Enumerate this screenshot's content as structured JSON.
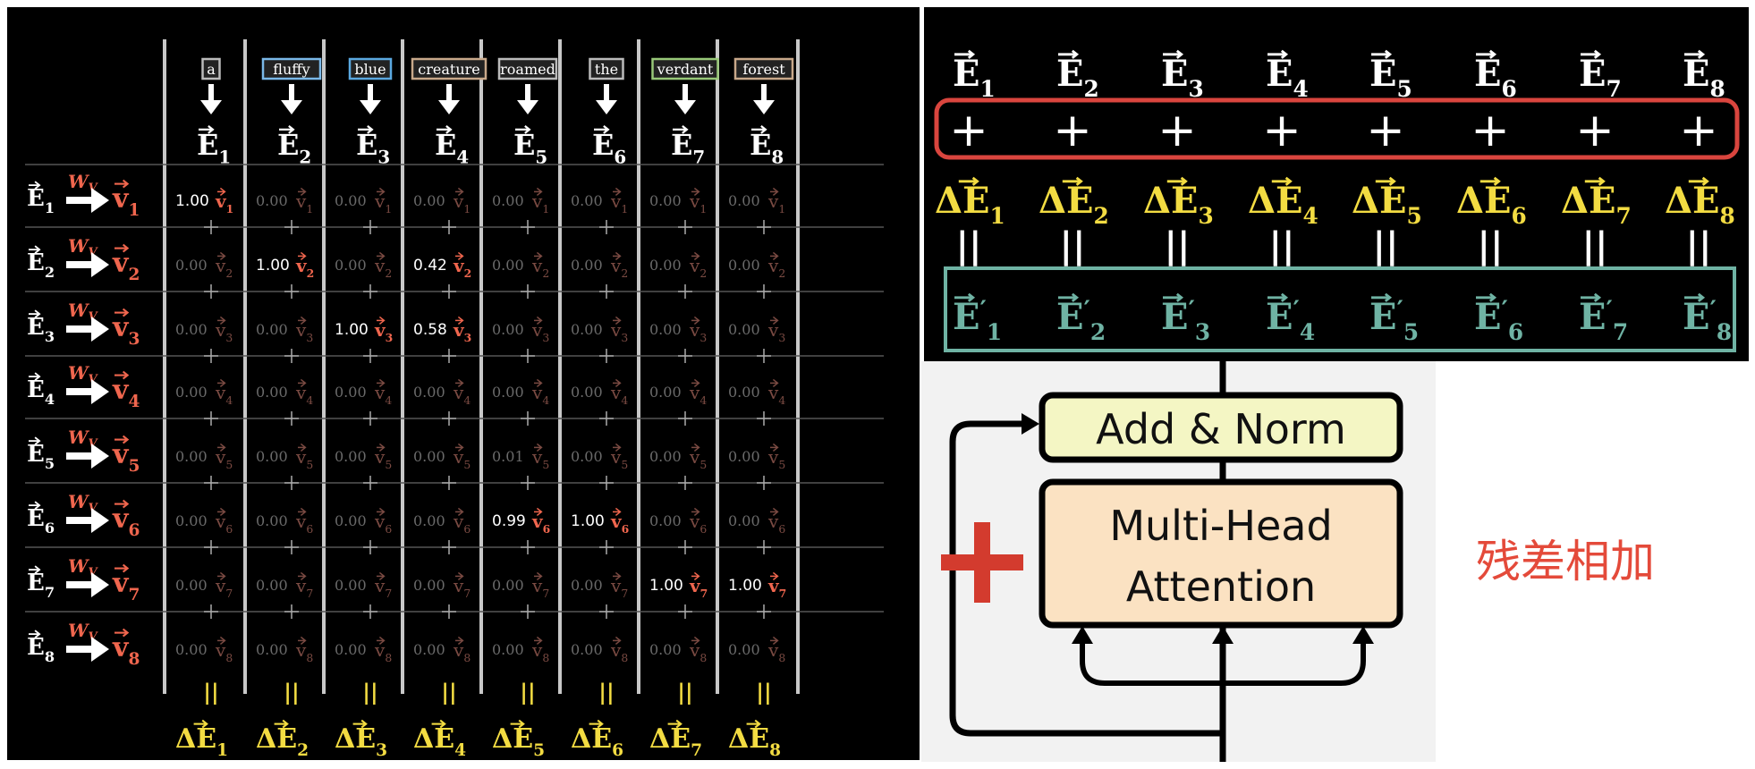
{
  "tokens": [
    {
      "word": "a",
      "color": "#bbbbbb"
    },
    {
      "word": "fluffy",
      "color": "#7ab8e8"
    },
    {
      "word": "blue",
      "color": "#5aa8e0"
    },
    {
      "word": "creature",
      "color": "#c8a88a"
    },
    {
      "word": "roamed",
      "color": "#bbbbbb"
    },
    {
      "word": "the",
      "color": "#bbbbbb"
    },
    {
      "word": "verdant",
      "color": "#98c878"
    },
    {
      "word": "forest",
      "color": "#c8a88a"
    }
  ],
  "subscripts": [
    "1",
    "2",
    "3",
    "4",
    "5",
    "6",
    "7",
    "8"
  ],
  "symbols": {
    "embedding": "E",
    "value": "v",
    "delta_embedding": "ΔE",
    "weight": "W",
    "weight_sub": "V",
    "plus": "+",
    "equals": "||",
    "prime": "′"
  },
  "matrix": [
    [
      "1.00",
      "0.00",
      "0.00",
      "0.00",
      "0.00",
      "0.00",
      "0.00",
      "0.00"
    ],
    [
      "0.00",
      "1.00",
      "0.00",
      "0.42",
      "0.00",
      "0.00",
      "0.00",
      "0.00"
    ],
    [
      "0.00",
      "0.00",
      "1.00",
      "0.58",
      "0.00",
      "0.00",
      "0.00",
      "0.00"
    ],
    [
      "0.00",
      "0.00",
      "0.00",
      "0.00",
      "0.00",
      "0.00",
      "0.00",
      "0.00"
    ],
    [
      "0.00",
      "0.00",
      "0.00",
      "0.00",
      "0.01",
      "0.00",
      "0.00",
      "0.00"
    ],
    [
      "0.00",
      "0.00",
      "0.00",
      "0.00",
      "0.99",
      "1.00",
      "0.00",
      "0.00"
    ],
    [
      "0.00",
      "0.00",
      "0.00",
      "0.00",
      "0.00",
      "0.00",
      "1.00",
      "1.00"
    ],
    [
      "0.00",
      "0.00",
      "0.00",
      "0.00",
      "0.00",
      "0.00",
      "0.00",
      "0.00"
    ]
  ],
  "highlighted": [
    [
      0,
      0
    ],
    [
      1,
      1
    ],
    [
      1,
      3
    ],
    [
      2,
      2
    ],
    [
      2,
      3
    ],
    [
      5,
      4
    ],
    [
      5,
      5
    ],
    [
      6,
      6
    ],
    [
      6,
      7
    ]
  ],
  "blocks": {
    "add_norm": "Add & Norm",
    "attention_line1": "Multi-Head",
    "attention_line2": "Attention"
  },
  "residual_label": "残差相加",
  "colors": {
    "value_red": "#f0664e",
    "delta_yellow": "#f3dc42",
    "output_teal": "#6fb3a4",
    "box_red": "#d9453e",
    "plus_red": "#d33b2e",
    "add_norm_fill": "#f4f6c4",
    "attention_fill": "#fbe2c2"
  }
}
